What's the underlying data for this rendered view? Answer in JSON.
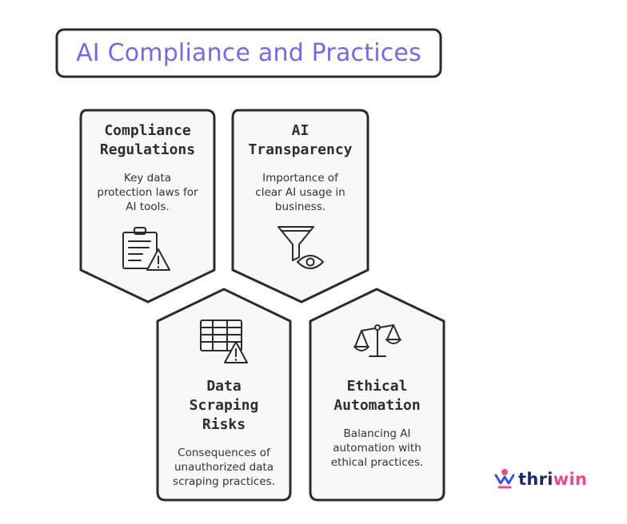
{
  "title": "AI Compliance and Practices",
  "cards": [
    {
      "title_l1": "Compliance",
      "title_l2": "Regulations",
      "desc_l1": "Key data",
      "desc_l2": "protection laws for",
      "desc_l3": "AI tools.",
      "icon": "clipboard-warning-icon"
    },
    {
      "title_l1": "AI",
      "title_l2": "Transparency",
      "desc_l1": "Importance of",
      "desc_l2": "clear AI usage in",
      "desc_l3": "business.",
      "icon": "funnel-eye-icon"
    },
    {
      "title_l1": "Data",
      "title_l2": "Scraping",
      "title_l3": "Risks",
      "desc_l1": "Consequences of",
      "desc_l2": "unauthorized data",
      "desc_l3": "scraping practices.",
      "icon": "table-warning-icon"
    },
    {
      "title_l1": "Ethical",
      "title_l2": "Automation",
      "desc_l1": "Balancing AI",
      "desc_l2": "automation with",
      "desc_l3": "ethical practices.",
      "icon": "balance-scale-icon"
    }
  ],
  "brand": {
    "name_a": "thri",
    "name_b": "win",
    "name_c": ""
  },
  "colors": {
    "title": "#7b68e0",
    "stroke": "#2b2b2b",
    "card_fill": "#f8f8f8",
    "brand_dark": "#1f2a5c",
    "brand_accent": "#e94b8a"
  }
}
